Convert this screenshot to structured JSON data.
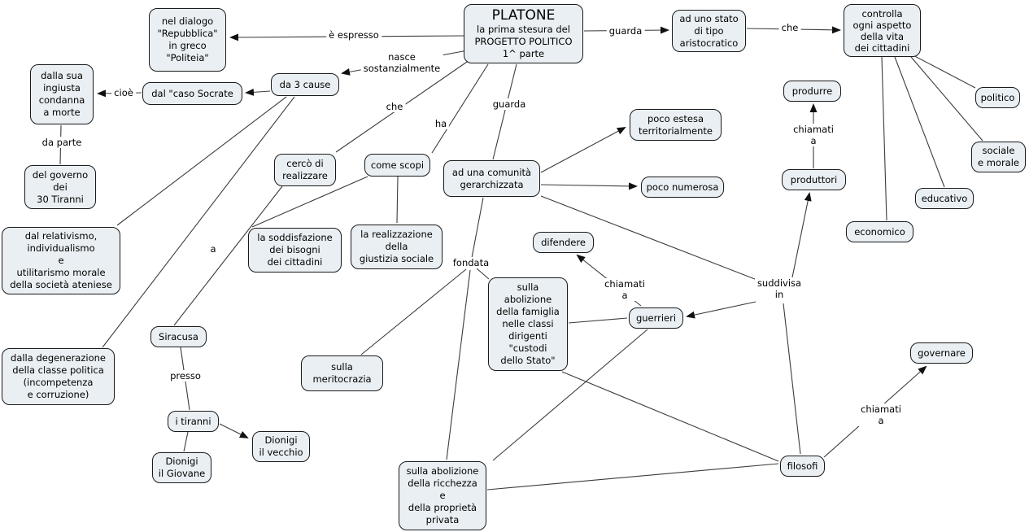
{
  "map_title": "PLATONE - PROGETTO POLITICO concept map",
  "colors": {
    "background": "#ffffff",
    "box_fill": "#e9eff2",
    "box_border": "#1a1a1a",
    "line": "#3c3c3c",
    "arrowhead": "#111111"
  },
  "nodes": {
    "platone": {
      "title": "PLATONE",
      "body": "la prima stesura del\nPROGETTO POLITICO\n1^ parte"
    },
    "nel_dialogo": {
      "text": "nel dialogo\n\"Repubblica\"\nin greco\n\"Politeia\""
    },
    "da_3_cause": {
      "text": "da 3 cause"
    },
    "caso_socrate": {
      "text": "dal \"caso Socrate"
    },
    "condanna": {
      "text": "dalla sua\ningiusta\ncondanna\na morte"
    },
    "governo_tiranni": {
      "text": "del governo\ndei\n30 Tiranni"
    },
    "relativismo": {
      "text": "dal relativismo,\nindividualismo\ne\nutilitarismo morale\ndella società ateniese"
    },
    "degenerazione": {
      "text": "dalla degenerazione\ndella classe politica\n(incompetenza\ne corruzione)"
    },
    "siracusa": {
      "text": "Siracusa"
    },
    "i_tiranni": {
      "text": "i tiranni"
    },
    "dionigi_giovane": {
      "text": "Dionigi\nil Giovane"
    },
    "dionigi_vecchio": {
      "text": "Dionigi\nil vecchio"
    },
    "cerco": {
      "text": "cercò di\nrealizzare"
    },
    "come_scopi": {
      "text": "come scopi"
    },
    "soddisfazione": {
      "text": "la soddisfazione\ndei bisogni\ndei cittadini"
    },
    "realizzazione": {
      "text": "la realizzazione\ndella\ngiustizia sociale"
    },
    "meritocrazia": {
      "text": "sulla\nmeritocrazia"
    },
    "comunita": {
      "text": "ad una comunità\ngerarchizzata"
    },
    "poco_estesa": {
      "text": "poco estesa\nterritorialmente"
    },
    "poco_numerosa": {
      "text": "poco numerosa"
    },
    "stato_aristocratico": {
      "text": "ad uno stato\ndi tipo\naristocratico"
    },
    "controlla": {
      "text": "controlla\nogni aspetto\ndella vita\ndei cittadini"
    },
    "politico": {
      "text": "politico"
    },
    "sociale_morale": {
      "text": "sociale\ne morale"
    },
    "educativo": {
      "text": "educativo"
    },
    "economico": {
      "text": "economico"
    },
    "produrre": {
      "text": "produrre"
    },
    "produttori": {
      "text": "produttori"
    },
    "difendere": {
      "text": "difendere"
    },
    "guerrieri": {
      "text": "guerrieri"
    },
    "abolizione_famiglia": {
      "text": "sulla\nabolizione\ndella famiglia\nnelle classi\ndirigenti\n\"custodi\ndello Stato\""
    },
    "abolizione_ricchezza": {
      "text": "sulla abolizione\ndella ricchezza\ne\ndella proprietà\nprivata"
    },
    "governare": {
      "text": "governare"
    },
    "filosofi": {
      "text": "filosofi"
    }
  },
  "labels": {
    "e_espresso": "è espresso",
    "guarda_stato": "guarda",
    "che_stato": "che",
    "nasce": "nasce\nsostanzialmente",
    "cioe": "cioè",
    "da_parte": "da parte",
    "che_cerco": "che",
    "ha": "ha",
    "guarda_comunita": "guarda",
    "a_siracusa": "a",
    "presso": "presso",
    "fondata": "fondata",
    "suddivisa": "suddivisa\nin",
    "chiamati_produrre": "chiamati\na",
    "chiamati_difendere": "chiamati\na",
    "chiamati_governare": "chiamati\na"
  }
}
